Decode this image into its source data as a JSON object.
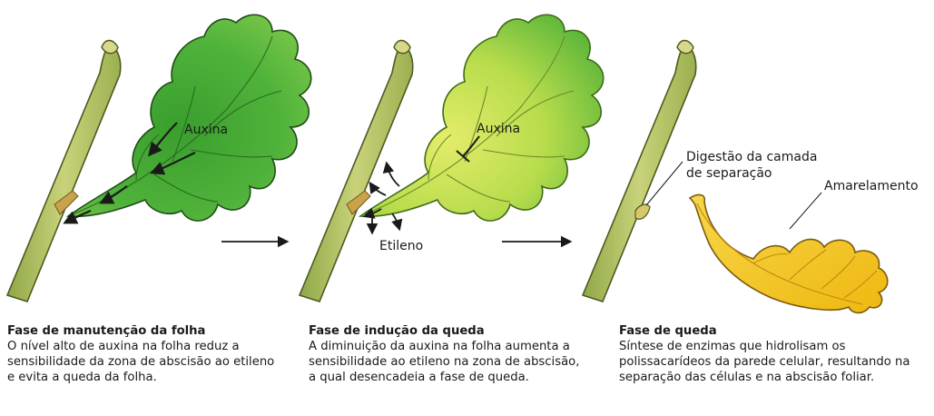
{
  "labels": {
    "auxin_1": "Auxina",
    "auxin_2": "Auxina",
    "ethylene": "Etileno",
    "separation_layer": [
      "Digestão da camada",
      "de separação"
    ],
    "yellowing": "Amarelamento"
  },
  "captions": [
    {
      "title": "Fase de manutenção da folha",
      "text": "O nível alto de auxina na folha reduz a sensibilidade da zona de abscisão ao etileno e evita a queda da folha."
    },
    {
      "title": "Fase de indução da queda",
      "text": "A diminuição da auxina na folha aumenta a sensibilidade ao etileno na zona de abscisão, a qual desencadeia a fase de queda."
    },
    {
      "title": "Fase de queda",
      "text": "Síntese de enzimas que hidrolisam os polissacarídeos da parede celular, resultando na separação das células e na abscisão foliar."
    }
  ],
  "colors": {
    "leaf_green_dark": "#2e8f2a",
    "leaf_green_light": "#7cc84a",
    "leaf_yellowgreen": "#c8e04a",
    "leaf_yellow": "#f2c21c",
    "stem": "#b9c56a"
  }
}
